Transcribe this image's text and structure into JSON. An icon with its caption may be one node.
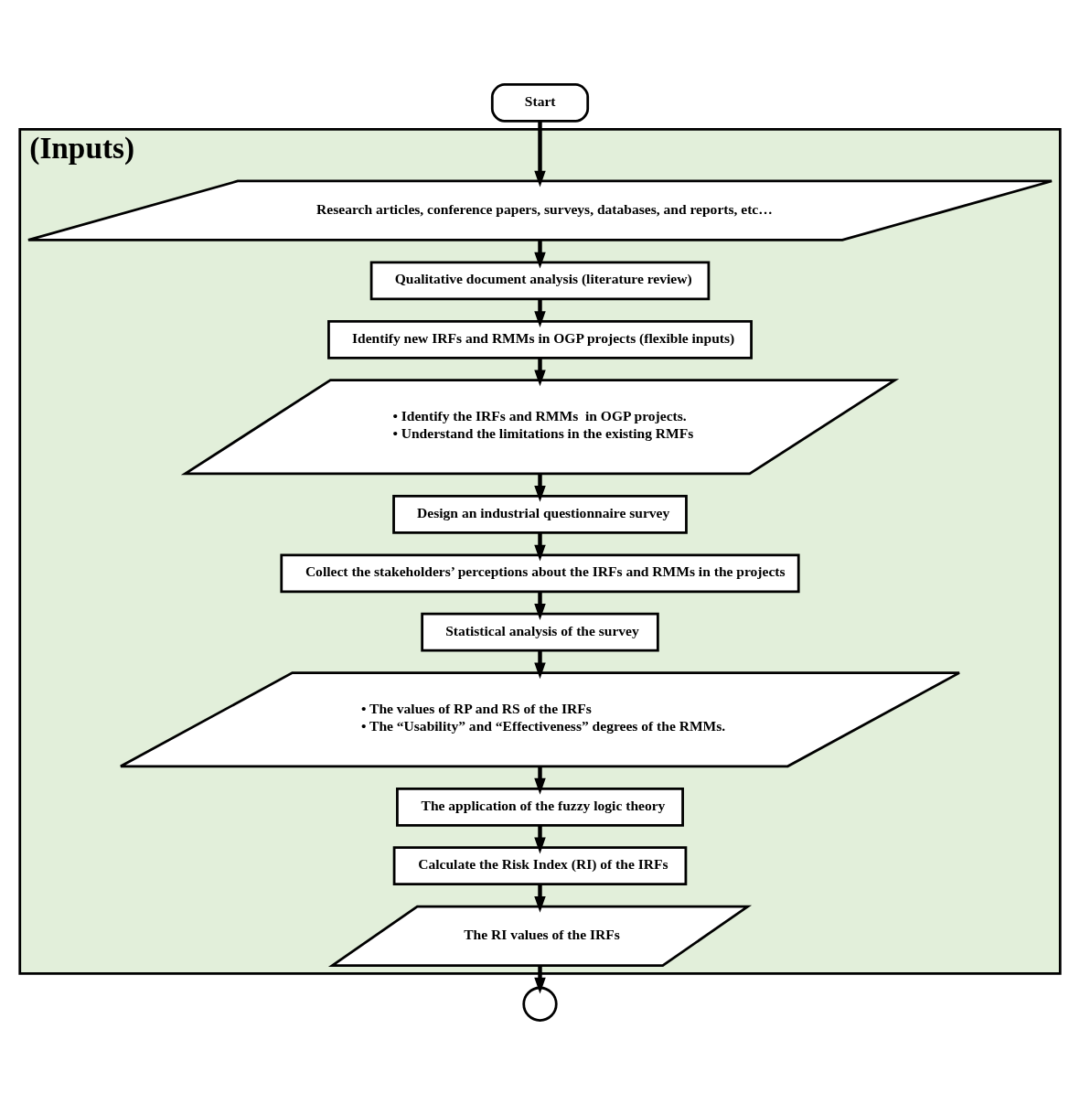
{
  "diagram": {
    "nodes": [
      {
        "text": [
          "Start"
        ]
      },
      {
        "text": [
          "(Inputs)"
        ]
      },
      {
        "text": [
          "Research articles, conference papers, surveys, databases, and reports, etc…"
        ],
        "in": 1
      },
      {
        "text": [
          "Qualitative document analysis (literature review)"
        ],
        "in": 1
      },
      {
        "text": [
          "Identify new IRFs and RMMs in OGP projects (flexible inputs)"
        ],
        "in": 1
      },
      {
        "text": [
          "• Identify the IRFs and RMMs  in OGP projects.",
          "• Understand the limitations in the existing RMFs"
        ],
        "in": 1
      },
      {
        "text": [
          "Design an industrial questionnaire survey"
        ],
        "in": 1
      },
      {
        "text": [
          "Collect the stakeholders’ perceptions about the IRFs and RMMs in the projects"
        ],
        "in": 1
      },
      {
        "text": [
          "Statistical analysis of the survey"
        ],
        "in": 1
      },
      {
        "text": [
          "• The values of RP and RS of the IRFs",
          "• The “Usability” and “Effectiveness” degrees of the RMMs."
        ],
        "in": 1
      },
      {
        "text": [
          "The application of the fuzzy logic theory"
        ],
        "in": 1
      },
      {
        "text": [
          "Calculate the Risk Index (RI) of the IRFs"
        ],
        "in": 1
      },
      {
        "text": [
          "The RI values of the IRFs"
        ],
        "in": 1
      },
      {
        "text": [],
        "shape": "circle"
      }
    ],
    "edges": [
      {
        "from": 0,
        "to": 2,
        "arrow": "to"
      },
      {
        "from": 2,
        "to": 3,
        "arrow": "to"
      },
      {
        "from": 3,
        "to": 4,
        "arrow": "to"
      },
      {
        "from": 4,
        "to": 5,
        "arrow": "to"
      },
      {
        "from": 5,
        "to": 6,
        "arrow": "to"
      },
      {
        "from": 6,
        "to": 7,
        "arrow": "to"
      },
      {
        "from": 7,
        "to": 8,
        "arrow": "to"
      },
      {
        "from": 8,
        "to": 9,
        "arrow": "to"
      },
      {
        "from": 9,
        "to": 10,
        "arrow": "to"
      },
      {
        "from": 10,
        "to": 11,
        "arrow": "to"
      },
      {
        "from": 11,
        "to": 12,
        "arrow": "to"
      },
      {
        "from": 12,
        "to": 13,
        "arrow": "to"
      }
    ]
  }
}
